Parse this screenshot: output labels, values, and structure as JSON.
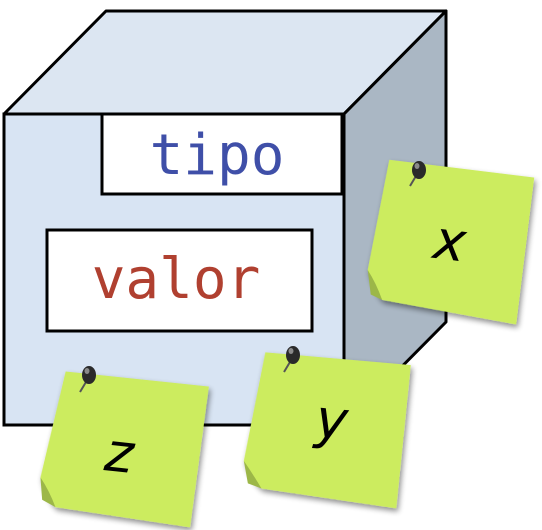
{
  "box": {
    "type_label": "tipo",
    "value_label": "valor"
  },
  "notes": {
    "x": "x",
    "y": "y",
    "z": "z"
  },
  "colors": {
    "box_front": "#d8e4f3",
    "box_top": "#dce6f2",
    "box_side": "#aab7c4",
    "stroke": "#000000",
    "type_text": "#3f4fa8",
    "value_text": "#b04030",
    "note_fill": "#ccec5f",
    "note_fold": "#9cb748",
    "pin": "#2a2a2a"
  }
}
